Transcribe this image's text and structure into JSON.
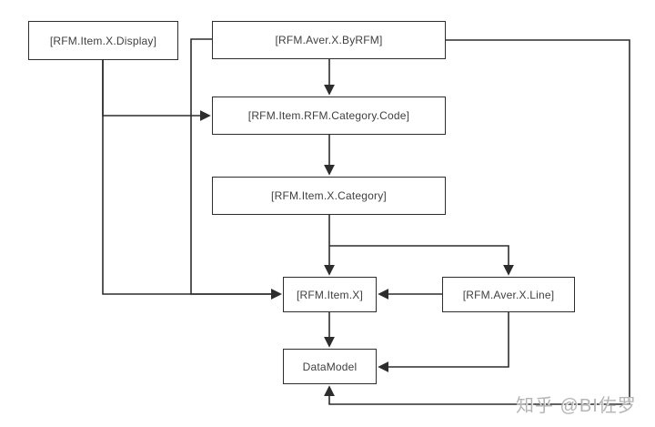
{
  "diagram": {
    "nodes": {
      "display": {
        "label": "[RFM.Item.X.Display]"
      },
      "byrfm": {
        "label": "[RFM.Aver.X.ByRFM]"
      },
      "category_code": {
        "label": "[RFM.Item.RFM.Category.Code]"
      },
      "category": {
        "label": "[RFM.Item.X.Category]"
      },
      "item_x": {
        "label": "[RFM.Item.X]"
      },
      "aver_line": {
        "label": "[RFM.Aver.X.Line]"
      },
      "datamodel": {
        "label": "DataModel"
      }
    },
    "edges": [
      {
        "from": "[RFM.Item.X.Display]",
        "to": "[RFM.Item.RFM.Category.Code]"
      },
      {
        "from": "[RFM.Item.X.Display]",
        "to": "[RFM.Item.X]"
      },
      {
        "from": "[RFM.Aver.X.ByRFM]",
        "to": "[RFM.Item.RFM.Category.Code]"
      },
      {
        "from": "[RFM.Aver.X.ByRFM]",
        "to": "[RFM.Item.X]"
      },
      {
        "from": "[RFM.Aver.X.ByRFM]",
        "to": "DataModel"
      },
      {
        "from": "[RFM.Item.RFM.Category.Code]",
        "to": "[RFM.Item.X.Category]"
      },
      {
        "from": "[RFM.Item.X.Category]",
        "to": "[RFM.Item.X]"
      },
      {
        "from": "[RFM.Item.X.Category]",
        "to": "[RFM.Aver.X.Line]"
      },
      {
        "from": "[RFM.Aver.X.Line]",
        "to": "[RFM.Item.X]"
      },
      {
        "from": "[RFM.Aver.X.Line]",
        "to": "DataModel"
      },
      {
        "from": "[RFM.Item.X]",
        "to": "DataModel"
      }
    ]
  },
  "watermark": {
    "text": "知乎 @BI佐罗"
  },
  "colors": {
    "line": "#2d2d2d",
    "node_border": "#2d2d2d",
    "node_text": "#3f3f3f",
    "background": "#ffffff",
    "watermark": "#b5b5b5"
  }
}
